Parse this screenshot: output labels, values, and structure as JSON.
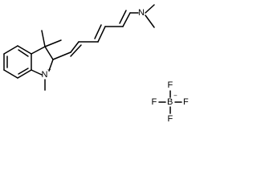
{
  "molecule": {
    "cation": {
      "amine_nitrogen": "N",
      "indolium_nitrogen": "N",
      "indolium_charge": "+"
    },
    "anion": {
      "boron": "B",
      "boron_charge": "−",
      "fluorine_top": "F",
      "fluorine_left": "F",
      "fluorine_right": "F",
      "fluorine_bottom": "F"
    }
  },
  "colors": {
    "bond": "#000000",
    "text": "#000000",
    "background": "#ffffff"
  }
}
